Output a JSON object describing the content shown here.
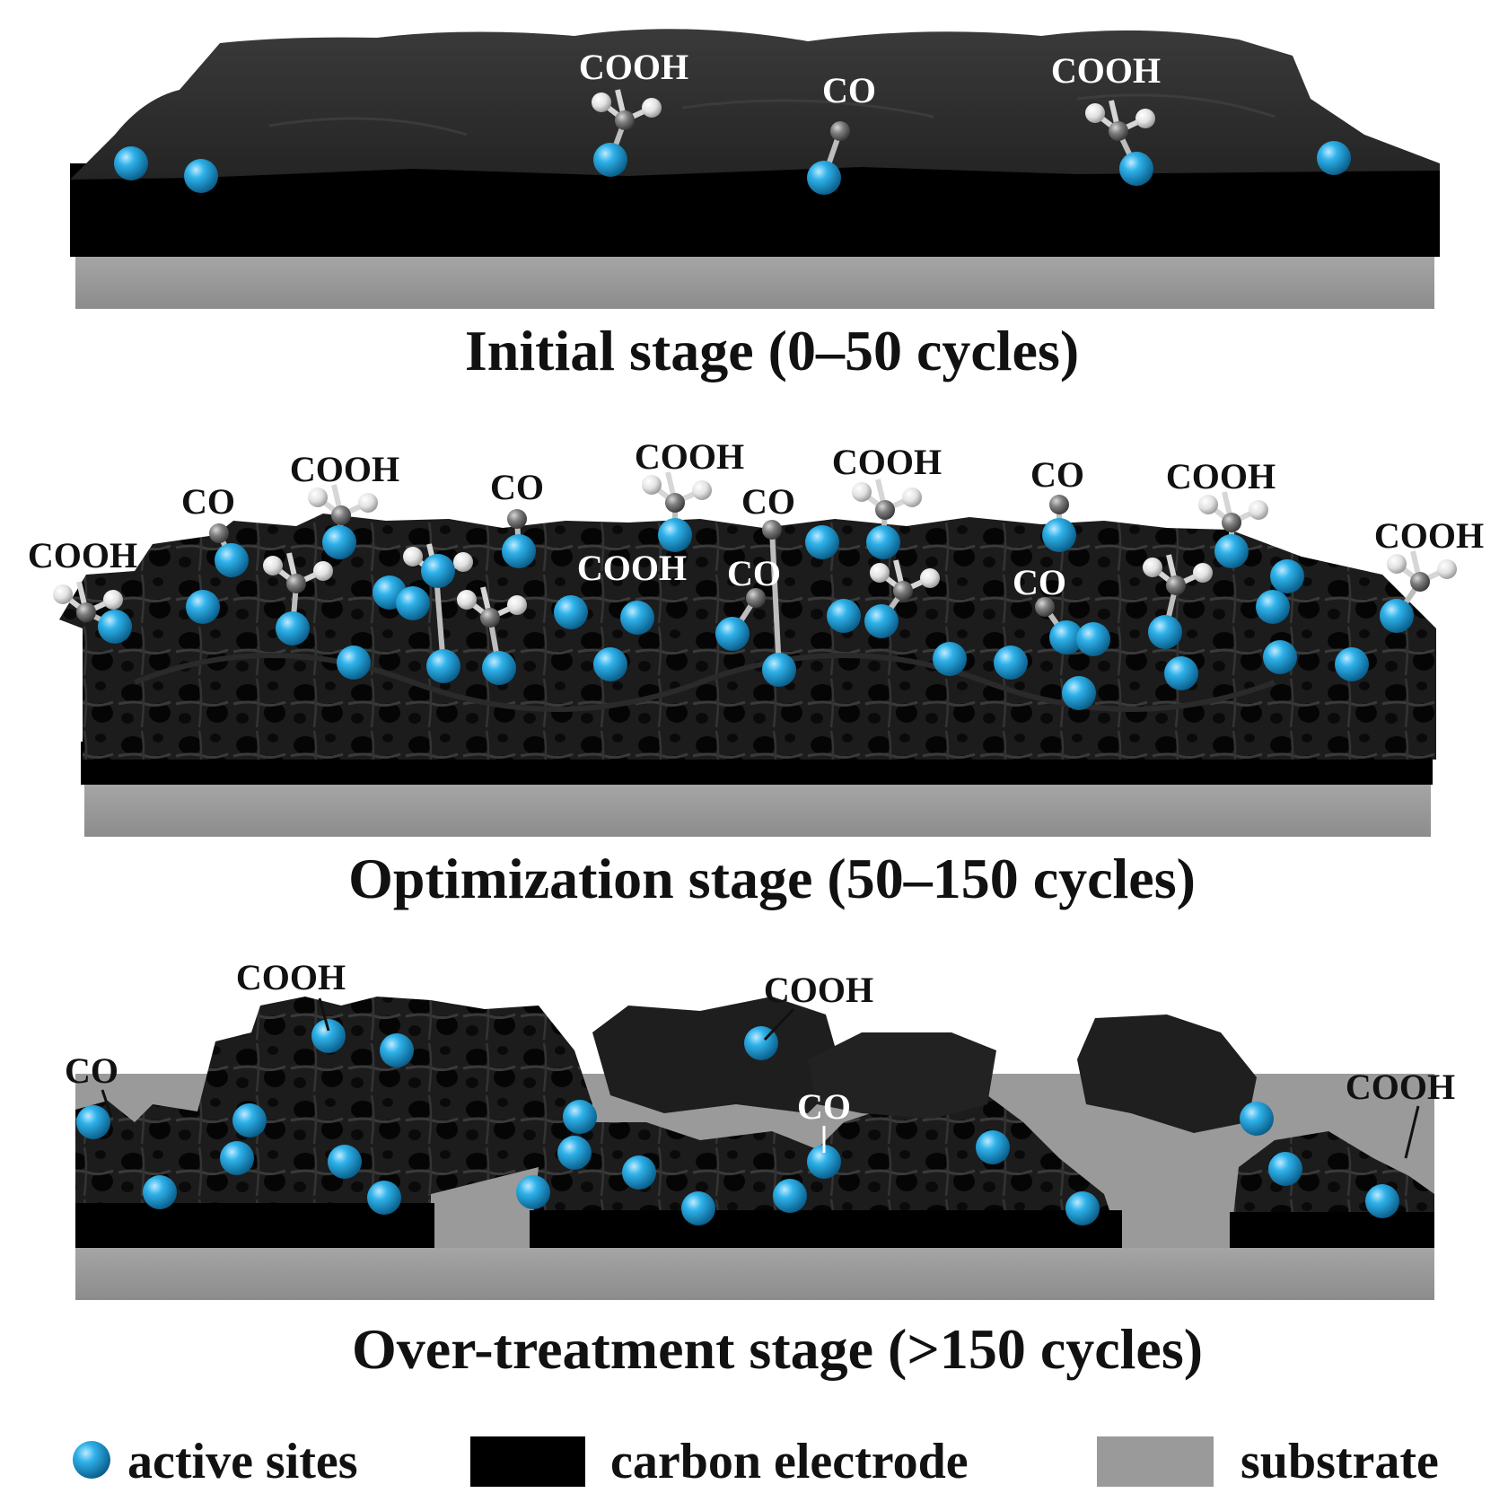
{
  "colors": {
    "active_site": "#1e9fd8",
    "carbon_electrode": "#000000",
    "carbon_surface": "#2b2b2b",
    "porous_carbon": "#1c1c1c",
    "substrate": "#9a9a9a",
    "atom_carbon": "#7d7d7d",
    "atom_light": "#e6e6e6",
    "label_dark": "#111111",
    "label_light": "#ffffff"
  },
  "stages": [
    {
      "caption": "Initial stage (0–50 cycles)",
      "labels": [
        {
          "text": "COOH",
          "tone": "light"
        },
        {
          "text": "CO",
          "tone": "light"
        },
        {
          "text": "COOH",
          "tone": "light"
        }
      ]
    },
    {
      "caption": "Optimization stage (50–150 cycles)",
      "labels": [
        {
          "text": "COOH",
          "tone": "dark"
        },
        {
          "text": "CO",
          "tone": "dark"
        },
        {
          "text": "COOH",
          "tone": "dark"
        },
        {
          "text": "CO",
          "tone": "dark"
        },
        {
          "text": "COOH",
          "tone": "dark"
        },
        {
          "text": "CO",
          "tone": "dark"
        },
        {
          "text": "COOH",
          "tone": "dark"
        },
        {
          "text": "CO",
          "tone": "dark"
        },
        {
          "text": "COOH",
          "tone": "dark"
        },
        {
          "text": "COOH",
          "tone": "dark"
        },
        {
          "text": "COOH",
          "tone": "light"
        },
        {
          "text": "CO",
          "tone": "light"
        },
        {
          "text": "CO",
          "tone": "light"
        }
      ]
    },
    {
      "caption": "Over-treatment stage (>150 cycles)",
      "labels": [
        {
          "text": "CO",
          "tone": "dark"
        },
        {
          "text": "COOH",
          "tone": "dark"
        },
        {
          "text": "COOH",
          "tone": "dark"
        },
        {
          "text": "CO",
          "tone": "light"
        },
        {
          "text": "COOH",
          "tone": "dark"
        }
      ]
    }
  ],
  "legend": [
    {
      "label": "active sites",
      "icon": "blue-sphere-icon"
    },
    {
      "label": "carbon electrode",
      "icon": "black-swatch-icon"
    },
    {
      "label": "substrate",
      "icon": "gray-swatch-icon"
    }
  ]
}
